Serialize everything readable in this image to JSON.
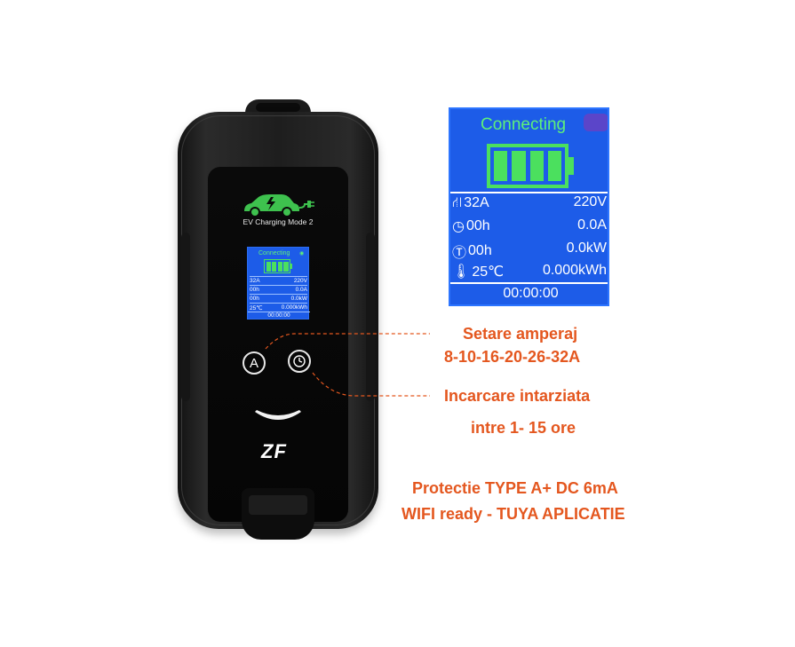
{
  "device": {
    "model_label": "EV Charging Mode 2",
    "brand_logo": "ZF",
    "button_a_label": "A",
    "icons": [
      "car-plug-icon",
      "clock-icon",
      "smile-light-icon"
    ]
  },
  "screen": {
    "status": "Connecting",
    "battery_bars": 4,
    "current": "32A",
    "voltage": "220V",
    "delay_hours": "00h",
    "amps_out": "0.0A",
    "timer_hours": "00h",
    "power": "0.0kW",
    "temperature": "25℃",
    "energy": "0.000kWh",
    "elapsed": "00:00:00"
  },
  "callouts": {
    "amperage_title": "Setare amperaj",
    "amperage_values": "8-10-16-20-26-32A",
    "delay_title": "Incarcare intarziata",
    "delay_range": "intre 1- 15 ore",
    "protection": "Protectie TYPE A+ DC 6mA",
    "wifi": "WIFI ready - TUYA APLICATIE"
  },
  "colors": {
    "screen_blue": "#1d5ce8",
    "status_green": "#5ef07a",
    "callout_orange": "#e4571f",
    "device_black": "#1e1e1e"
  }
}
